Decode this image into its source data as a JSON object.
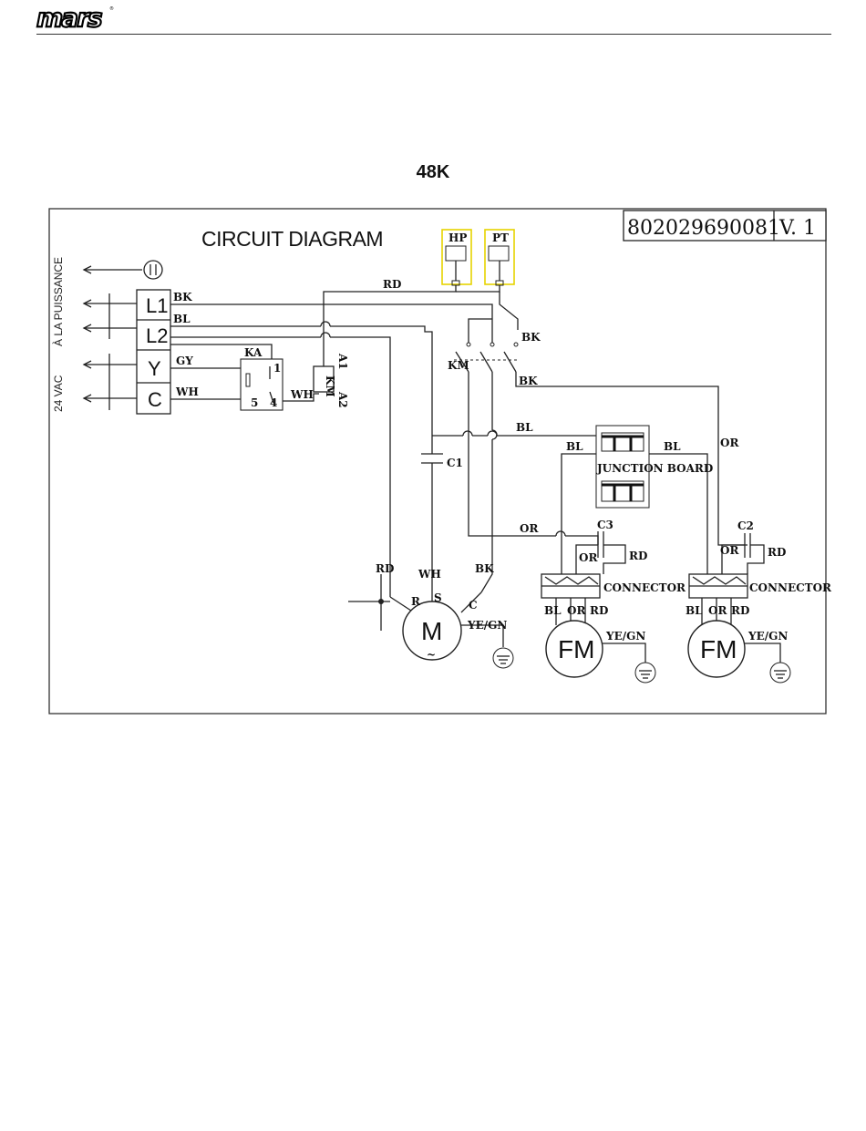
{
  "header": {
    "logo_text": "mars"
  },
  "model": "48K",
  "diagram": {
    "title": "CIRCUIT DIAGRAM",
    "part_number": "802029690081",
    "version": "V. 1",
    "side_labels": {
      "power": "À LA PUISSANCE",
      "control": "24 VAC"
    },
    "terminals": [
      "L1",
      "L2",
      "Y",
      "C"
    ],
    "switches": {
      "hp": "HP",
      "pt": "PT"
    },
    "components": {
      "relay": "KA",
      "contactor_coil": "KM",
      "coil_a1": "A1",
      "coil_a2": "A2",
      "contactor": "KM",
      "relay_pin_1": "1",
      "relay_pin_4": "4",
      "relay_pin_5": "5",
      "capacitor_c1": "C1",
      "capacitor_c2": "C2",
      "capacitor_c3": "C3",
      "junction_board": "JUNCTION BOARD",
      "compressor_motor": "M",
      "compressor_tilde": "~",
      "fan_motor_1": "FM",
      "fan_motor_2": "FM",
      "connector_1": "CONNECTOR",
      "connector_2": "CONNECTOR",
      "motor_r": "R",
      "motor_s": "S",
      "motor_c": "C"
    },
    "wire_labels": {
      "l1_bk": "BK",
      "l2_bl": "BL",
      "y_gy": "GY",
      "c_wh": "WH",
      "coil_wh": "WH",
      "top_rd": "RD",
      "km_bk_top": "BK",
      "km_bk_out": "BK",
      "bus_bl": "BL",
      "jb_bl_left": "BL",
      "jb_bl_right": "BL",
      "or_right": "OR",
      "or_mid": "OR",
      "c3_or": "OR",
      "c3_rd": "RD",
      "c2_or": "OR",
      "c2_rd": "RD",
      "m_rd": "RD",
      "m_wh": "WH",
      "m_bk": "BK",
      "m_yegn": "YE/GN",
      "fm1_bl": "BL",
      "fm1_or": "OR",
      "fm1_rd": "RD",
      "fm1_yegn": "YE/GN",
      "fm2_bl": "BL",
      "fm2_or": "OR",
      "fm2_rd": "RD",
      "fm2_yegn": "YE/GN"
    }
  }
}
